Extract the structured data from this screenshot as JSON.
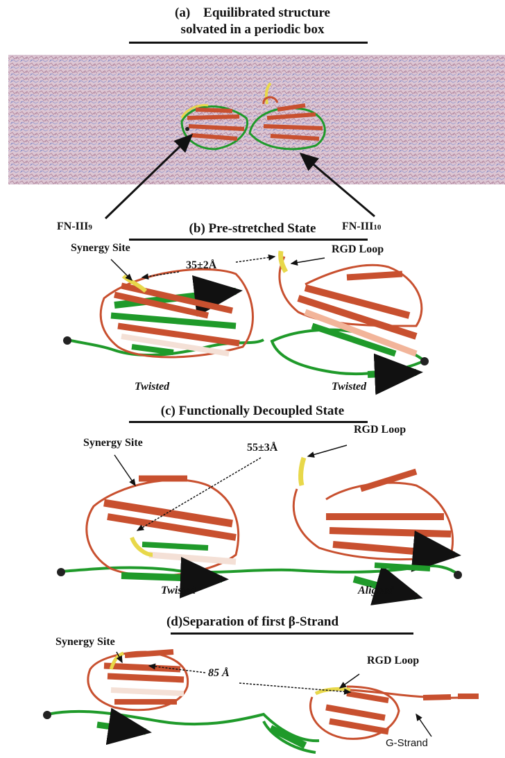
{
  "panel_a": {
    "letter": "(a)",
    "title_line1": "Equilibrated structure",
    "title_line2": "solvated in a periodic box",
    "label_left_main": "FN-III",
    "label_left_sub": "9",
    "label_right_main": "FN-III",
    "label_right_sub": "10"
  },
  "panel_b": {
    "title": "(b)  Pre-stretched State",
    "synergy_label": "Synergy Site",
    "rgd_label": "RGD Loop",
    "distance": "35±2Å",
    "state_left": "Twisted",
    "state_right": "Twisted"
  },
  "panel_c": {
    "title": "(c)  Functionally Decoupled State",
    "synergy_label": "Synergy Site",
    "rgd_label": "RGD Loop",
    "distance": "55±3Å",
    "state_left": "Twisted",
    "state_right": "Aligned"
  },
  "panel_d": {
    "title": "(d)Separation of first β-Strand",
    "synergy_label": "Synergy Site",
    "rgd_label": "RGD Loop",
    "distance": "85 Å",
    "strand_label": "G-Strand"
  },
  "colors": {
    "strand_red": "#c8502f",
    "strand_green": "#1f9a2a",
    "loop_yellow": "#e8d84a",
    "water_pink": "#c9a3b6",
    "water_blue": "#8d8fc0"
  }
}
